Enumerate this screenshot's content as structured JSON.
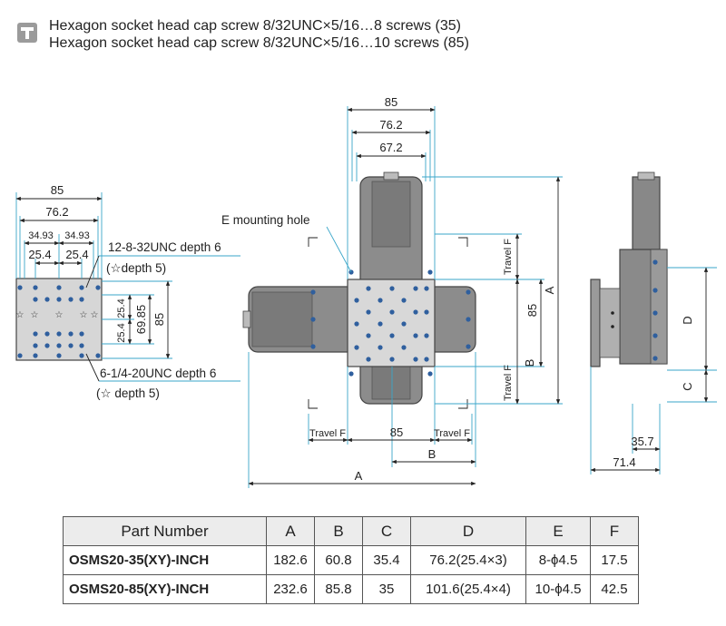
{
  "header": {
    "line1": "Hexagon socket head cap screw 8/32UNC×5/16…8 screws (35)",
    "line2": "Hexagon socket head cap screw 8/32UNC×5/16…10 screws (85)"
  },
  "left_view": {
    "dim_85": "85",
    "dim_76_2": "76.2",
    "dim_34_93_a": "34.93",
    "dim_34_93_b": "34.93",
    "dim_25_4_a": "25.4",
    "dim_25_4_b": "25.4",
    "note1_l1": "12-8-32UNC depth 6",
    "note1_l2": "(☆depth 5)",
    "note2_l1": "6-1/4-20UNC depth 6",
    "note2_l2": "(☆ depth 5)",
    "v_25_4_a": "25.4",
    "v_25_4_b": "25.4",
    "v_69_85": "69.85",
    "v_85": "85"
  },
  "center_view": {
    "top_85": "85",
    "top_76_2": "76.2",
    "top_67_2": "67.2",
    "e_hole": "E mounting hole",
    "travel_top": "Travel F",
    "travel_bottom": "Travel F",
    "travel_left": "Travel F",
    "travel_right": "Travel F",
    "bottom_85": "85",
    "bottom_B": "B",
    "bottom_A": "A",
    "right_85": "85",
    "right_A": "A",
    "right_B": "B"
  },
  "side_view": {
    "dim_D": "D",
    "dim_C": "C",
    "dim_35_7": "35.7",
    "dim_71_4": "71.4"
  },
  "colors": {
    "body": "#8a8a8a",
    "plate": "#d9d9d9",
    "dimline": "#3aa6c9",
    "hole": "#2f5f9e"
  },
  "table": {
    "headers": [
      "Part Number",
      "A",
      "B",
      "C",
      "D",
      "E",
      "F"
    ],
    "rows": [
      [
        "OSMS20-35(XY)-INCH",
        "182.6",
        "60.8",
        "35.4",
        "76.2(25.4×3)",
        "8-ϕ4.5",
        "17.5"
      ],
      [
        "OSMS20-85(XY)-INCH",
        "232.6",
        "85.8",
        "35",
        "101.6(25.4×4)",
        "10-ϕ4.5",
        "42.5"
      ]
    ]
  }
}
